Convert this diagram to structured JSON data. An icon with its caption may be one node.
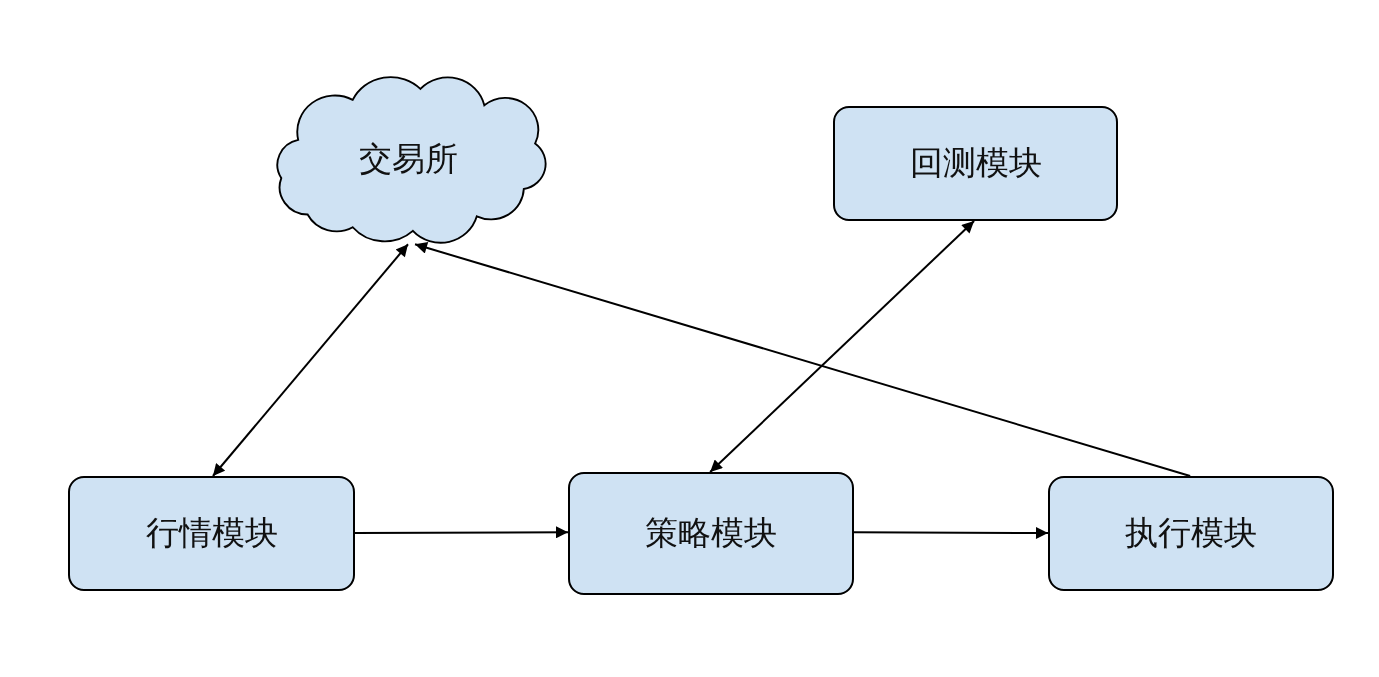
{
  "diagram": {
    "nodes": [
      {
        "text": [
          "交易所"
        ]
      },
      {
        "text": [
          "回测模块"
        ]
      },
      {
        "text": [
          "行情模块"
        ]
      },
      {
        "text": [
          "策略模块"
        ]
      },
      {
        "text": [
          "执行模块"
        ]
      }
    ],
    "edges": [
      {
        "from": 0,
        "to": 2,
        "arrow": "both"
      },
      {
        "from": 2,
        "to": 3,
        "arrow": "to"
      },
      {
        "from": 3,
        "to": 4,
        "arrow": "to"
      },
      {
        "from": 3,
        "to": 1,
        "arrow": "both"
      },
      {
        "from": 4,
        "to": 0,
        "arrow": "to"
      }
    ]
  }
}
